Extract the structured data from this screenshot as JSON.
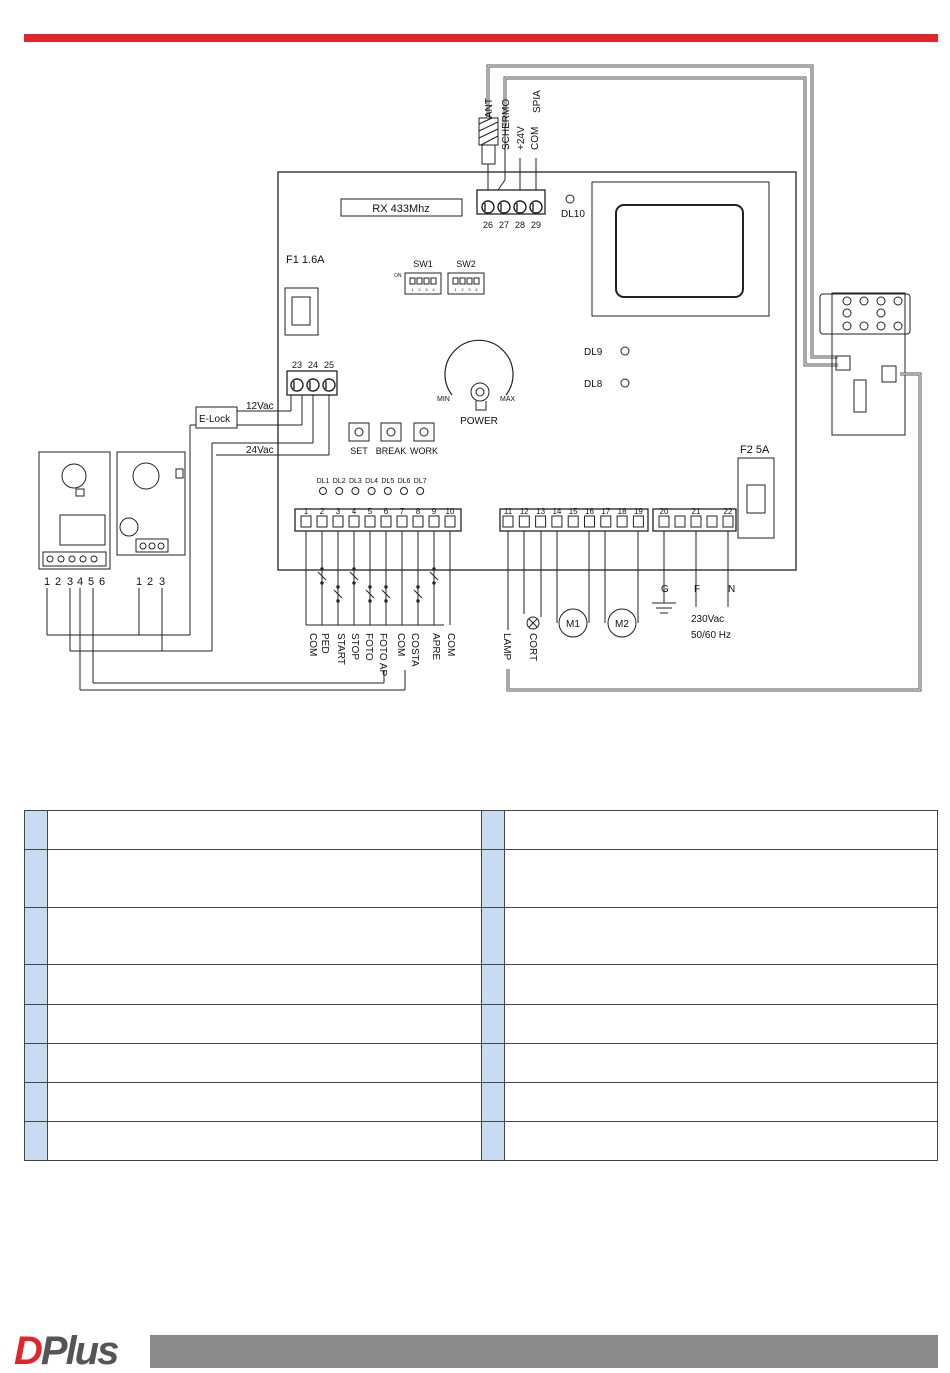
{
  "diagram": {
    "receiver": "RX 433Mhz",
    "antenna_labels": [
      "ANT",
      "SCHERMO",
      "+24V",
      "COM",
      "SPIA"
    ],
    "top_terminals": [
      "26",
      "27",
      "28",
      "29"
    ],
    "led_dl10": "DL10",
    "fuse1": "F1 1.6A",
    "sw1": "SW1",
    "sw2": "SW2",
    "sw_on": "ON",
    "sw_numbers": [
      "1",
      "2",
      "3",
      "4"
    ],
    "left_terminals": [
      "23",
      "24",
      "25"
    ],
    "elock": "E-Lock",
    "v12": "12Vac",
    "v24": "24Vac",
    "power": "POWER",
    "min": "MIN",
    "max": "MAX",
    "dl9": "DL9",
    "dl8": "DL8",
    "buttons": [
      "SET",
      "BREAK",
      "WORK"
    ],
    "fuse2": "F2 5A",
    "leds_bottom": [
      "DL1",
      "DL2",
      "DL3",
      "DL4",
      "DL5",
      "DL6",
      "DL7"
    ],
    "terminals_a": [
      "1",
      "2",
      "3",
      "4",
      "5",
      "6",
      "7",
      "8",
      "9",
      "10"
    ],
    "terminals_b": [
      "11",
      "12",
      "13",
      "14",
      "15",
      "16",
      "17",
      "18",
      "19"
    ],
    "terminals_c": [
      "20",
      "21",
      "22"
    ],
    "input_labels": [
      "COM",
      "PED",
      "START",
      "STOP",
      "FOTO",
      "FOTO AP",
      "COM",
      "COSTA",
      "APRE",
      "COM"
    ],
    "output_labels": [
      "LAMP",
      "CORT"
    ],
    "motors": [
      "M1",
      "M2"
    ],
    "gfn": [
      "G",
      "F",
      "N"
    ],
    "mains": [
      "230Vac",
      "50/60 Hz"
    ],
    "photo_tx_numbers": [
      "1",
      "2",
      "3",
      "4",
      "5",
      "6"
    ],
    "photo_rx_numbers": [
      "1",
      "2",
      "3"
    ]
  },
  "legend_rows": 8,
  "footer": {
    "brand_initial": "D",
    "brand_rest": "Plus"
  },
  "colors": {
    "accent": "#e0262b",
    "table_index": "#c7dcf2",
    "footer_bar": "#8a8a8a"
  }
}
